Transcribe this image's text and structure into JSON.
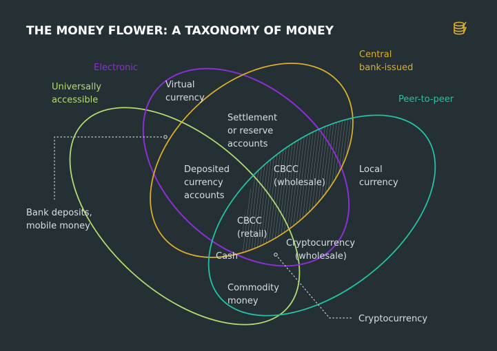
{
  "title": "THE MONEY FLOWER: A TAXONOMY OF MONEY",
  "logo": {
    "icon": "coin-stack-lightning-logo"
  },
  "colors": {
    "background": "#253035",
    "text": "#d9dfe1",
    "electronic": "#8c2fd6",
    "universally_accessible": "#b4dc72",
    "central_bank_issued": "#dcae2c",
    "peer_to_peer": "#23c3a3",
    "hatch": "#6f7a80",
    "leader": "#c8cdd0"
  },
  "sets": {
    "electronic": "Electronic",
    "universally_accessible": [
      "Universally",
      "accessible"
    ],
    "central_bank_issued": [
      "Central",
      "bank-issued"
    ],
    "peer_to_peer": "Peer-to-peer"
  },
  "regions": {
    "virtual_currency": [
      "Virtual",
      "currency"
    ],
    "settlement_accounts": [
      "Settlement",
      "or reserve",
      "accounts"
    ],
    "deposited_currency_accounts": [
      "Deposited",
      "currency",
      "accounts"
    ],
    "cbcc_wholesale": [
      "CBCC",
      "(wholesale)"
    ],
    "local_currency": [
      "Local",
      "currency"
    ],
    "cbcc_retail": [
      "CBCC",
      "(retail)"
    ],
    "cryptocurrency_wholesale": [
      "Cryptocurrency",
      "(wholesale)"
    ],
    "cash": "Cash",
    "commodity_money": [
      "Commodity",
      "money"
    ]
  },
  "callouts": {
    "bank_deposits": [
      "Bank deposits,",
      "mobile money"
    ],
    "cryptocurrency": "Cryptocurrency"
  }
}
